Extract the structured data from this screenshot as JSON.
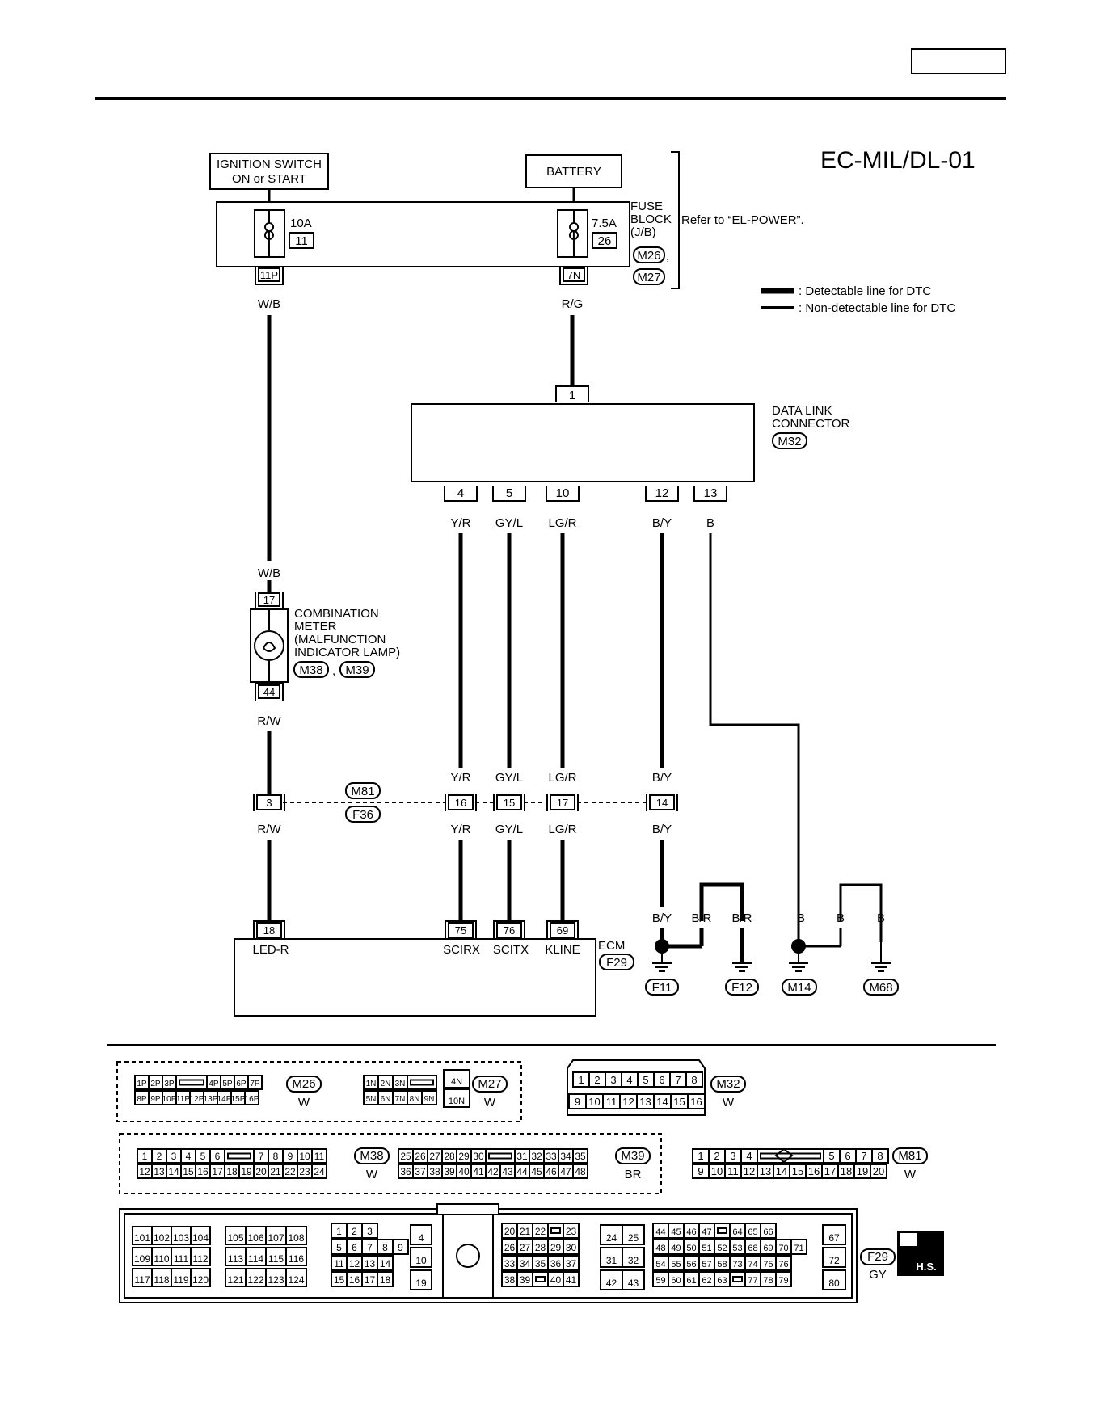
{
  "header": {
    "title": "EC-MIL/DL-01"
  },
  "legend": {
    "detectable": ": Detectable line for DTC",
    "non_detectable": ": Non-detectable line for DTC"
  },
  "power": {
    "ignition": {
      "line1": "IGNITION SWITCH",
      "line2": "ON or START"
    },
    "battery": "BATTERY",
    "fuse_block": {
      "line1": "FUSE",
      "line2": "BLOCK",
      "line3": "(J/B)",
      "conn1": "M26",
      "comma": ",",
      "conn2": "M27"
    },
    "refer": "Refer to “EL-POWER”.",
    "fuse1": {
      "amp": "10A",
      "num": "11",
      "pin": "11P",
      "wire": "W/B"
    },
    "fuse2": {
      "amp": "7.5A",
      "num": "26",
      "pin": "7N",
      "wire": "R/G"
    }
  },
  "dlc": {
    "line1": "DATA LINK",
    "line2": "CONNECTOR",
    "conn": "M32",
    "top_pin": "1",
    "pins": [
      {
        "pin": "4",
        "wire": "Y/R"
      },
      {
        "pin": "5",
        "wire": "GY/L"
      },
      {
        "pin": "10",
        "wire": "LG/R"
      },
      {
        "pin": "12",
        "wire": "B/Y"
      },
      {
        "pin": "13",
        "wire": "B"
      }
    ]
  },
  "meter": {
    "wire_top": "W/B",
    "pin_top": "17",
    "pin_bottom": "44",
    "wire_bottom": "R/W",
    "line1": "COMBINATION",
    "line2": "METER",
    "line3": "(MALFUNCTION",
    "line4": "INDICATOR LAMP)",
    "conn1": "M38",
    "comma": ",",
    "conn2": "M39"
  },
  "joint": {
    "conn1": "M81",
    "conn2": "F36",
    "pins": [
      {
        "pin": "3",
        "above": "",
        "below": "R/W"
      },
      {
        "pin": "16",
        "above": "Y/R",
        "below": "Y/R"
      },
      {
        "pin": "15",
        "above": "GY/L",
        "below": "GY/L"
      },
      {
        "pin": "17",
        "above": "LG/R",
        "below": "LG/R"
      },
      {
        "pin": "14",
        "above": "B/Y",
        "below": "B/Y"
      }
    ]
  },
  "ecm": {
    "label": "ECM",
    "conn": "F29",
    "pins": [
      {
        "pin": "18",
        "name": "LED-R"
      },
      {
        "pin": "75",
        "name": "SCIRX"
      },
      {
        "pin": "76",
        "name": "SCITX"
      },
      {
        "pin": "69",
        "name": "KLINE"
      }
    ]
  },
  "grounds": {
    "wires": [
      "B/Y",
      "B/R",
      "B/R",
      "B",
      "B",
      "B"
    ],
    "labels": [
      "F11",
      "F12",
      "M14",
      "M68"
    ]
  },
  "connectors": {
    "m26": {
      "id": "M26",
      "color": "W",
      "row1": [
        "1P",
        "2P",
        "3P",
        "",
        "4P",
        "5P",
        "6P",
        "7P"
      ],
      "row2": [
        "8P",
        "9P",
        "10P",
        "11P",
        "12P",
        "13P",
        "14P",
        "15P",
        "16P"
      ]
    },
    "m27": {
      "id": "M27",
      "color": "W",
      "row1": [
        "1N",
        "2N",
        "3N",
        ""
      ],
      "row2": [
        "5N",
        "6N",
        "7N",
        "8N",
        "9N"
      ],
      "side1": "4N",
      "side2": "10N"
    },
    "m32": {
      "id": "M32",
      "color": "W",
      "row1": [
        "1",
        "2",
        "3",
        "4",
        "5",
        "6",
        "7",
        "8"
      ],
      "row2": [
        "9",
        "10",
        "11",
        "12",
        "13",
        "14",
        "15",
        "16"
      ]
    },
    "m38": {
      "id": "M38",
      "color": "W",
      "row1": [
        "1",
        "2",
        "3",
        "4",
        "5",
        "6",
        "",
        "7",
        "8",
        "9",
        "10",
        "11"
      ],
      "row2": [
        "12",
        "13",
        "14",
        "15",
        "16",
        "17",
        "18",
        "19",
        "20",
        "21",
        "22",
        "23",
        "24"
      ]
    },
    "m39": {
      "id": "M39",
      "color": "BR",
      "row1": [
        "25",
        "26",
        "27",
        "28",
        "29",
        "30",
        "",
        "31",
        "32",
        "33",
        "34",
        "35"
      ],
      "row2": [
        "36",
        "37",
        "38",
        "39",
        "40",
        "41",
        "42",
        "43",
        "44",
        "45",
        "46",
        "47",
        "48"
      ]
    },
    "m81": {
      "id": "M81",
      "color": "W",
      "row1": [
        "1",
        "2",
        "3",
        "4",
        "",
        "5",
        "6",
        "7",
        "8"
      ],
      "row2": [
        "9",
        "10",
        "11",
        "12",
        "13",
        "14",
        "15",
        "16",
        "17",
        "18",
        "19",
        "20"
      ]
    },
    "f29": {
      "id": "F29",
      "color": "GY",
      "badge": "H.S.",
      "g1": [
        [
          "101",
          "102",
          "103",
          "104"
        ],
        [
          "109",
          "110",
          "111",
          "112"
        ],
        [
          "117",
          "118",
          "119",
          "120"
        ]
      ],
      "g2": [
        [
          "105",
          "106",
          "107",
          "108"
        ],
        [
          "113",
          "114",
          "115",
          "116"
        ],
        [
          "121",
          "122",
          "123",
          "124"
        ]
      ],
      "g3": [
        [
          "1",
          "2",
          "3"
        ],
        [
          "5",
          "6",
          "7",
          "8",
          "9"
        ],
        [
          "11",
          "12",
          "13",
          "14"
        ],
        [
          "15",
          "16",
          "17",
          "18"
        ]
      ],
      "g4": [
        [
          "4"
        ],
        [
          "10"
        ],
        [
          "19"
        ]
      ],
      "g5": [
        [
          "20",
          "21",
          "22",
          "",
          "23"
        ],
        [
          "26",
          "27",
          "28",
          "29",
          "30"
        ],
        [
          "33",
          "34",
          "35",
          "36",
          "37"
        ],
        [
          "38",
          "39",
          "",
          "40",
          "41"
        ]
      ],
      "g6": [
        [
          "24",
          "25"
        ],
        [
          "31",
          "32"
        ],
        [
          "42",
          "43"
        ]
      ],
      "g7": [
        [
          "44",
          "45",
          "46",
          "47",
          "",
          "64",
          "65",
          "66"
        ],
        [
          "48",
          "49",
          "50",
          "51",
          "52",
          "53",
          "68",
          "69",
          "70",
          "71"
        ],
        [
          "54",
          "55",
          "56",
          "57",
          "58",
          "73",
          "74",
          "75",
          "76"
        ],
        [
          "59",
          "60",
          "61",
          "62",
          "63",
          "",
          "77",
          "78",
          "79"
        ]
      ],
      "g8": [
        [
          "67"
        ],
        [
          "72"
        ],
        [
          "80"
        ]
      ]
    }
  }
}
